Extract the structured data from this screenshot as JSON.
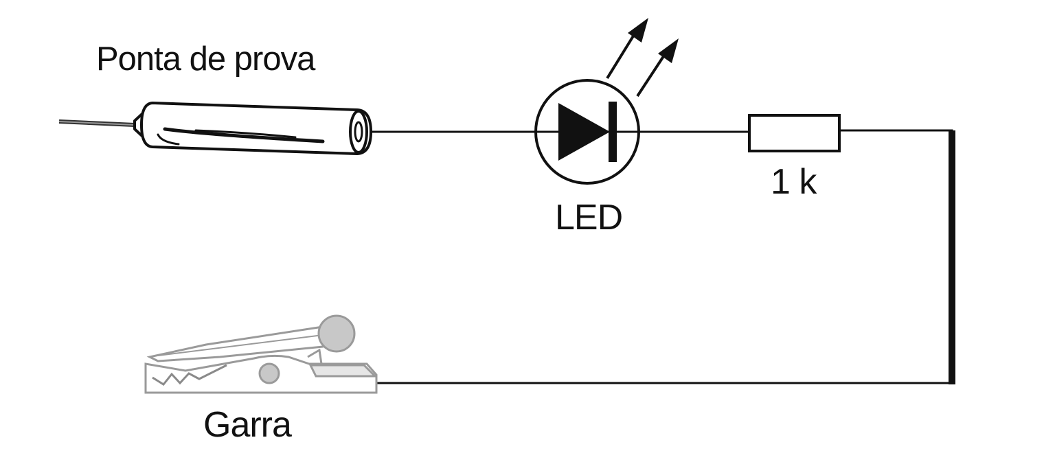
{
  "labels": {
    "probe": "Ponta de prova",
    "led": "LED",
    "resistor": "1 k",
    "clip": "Garra"
  },
  "colors": {
    "line": "#111111",
    "clip_outline": "#9a9a9a",
    "clip_fill": "#c8c8c8",
    "background": "#ffffff"
  },
  "icons": {
    "probe": "test-probe-icon",
    "led": "led-symbol-icon",
    "resistor": "resistor-symbol-icon",
    "clip": "alligator-clip-icon"
  }
}
